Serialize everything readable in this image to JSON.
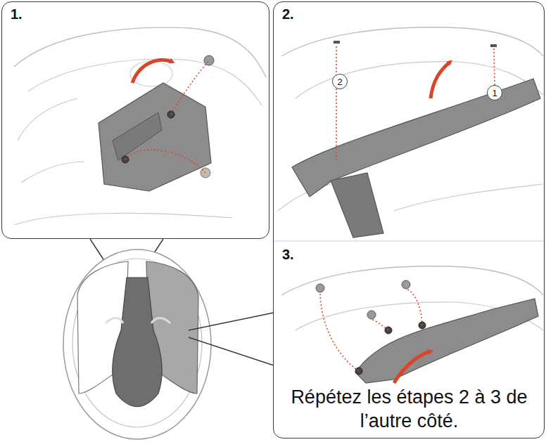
{
  "diagram": {
    "nodes": [
      {
        "text": [
          "1."
        ]
      },
      {
        "text": [
          "2.",
          "3.",
          "Répétez les étapes 2 à 3 de l’autre côté."
        ]
      },
      {
        "text": [
          "2"
        ],
        "in": 1
      },
      {
        "text": [
          "1"
        ],
        "in": 1
      }
    ]
  }
}
